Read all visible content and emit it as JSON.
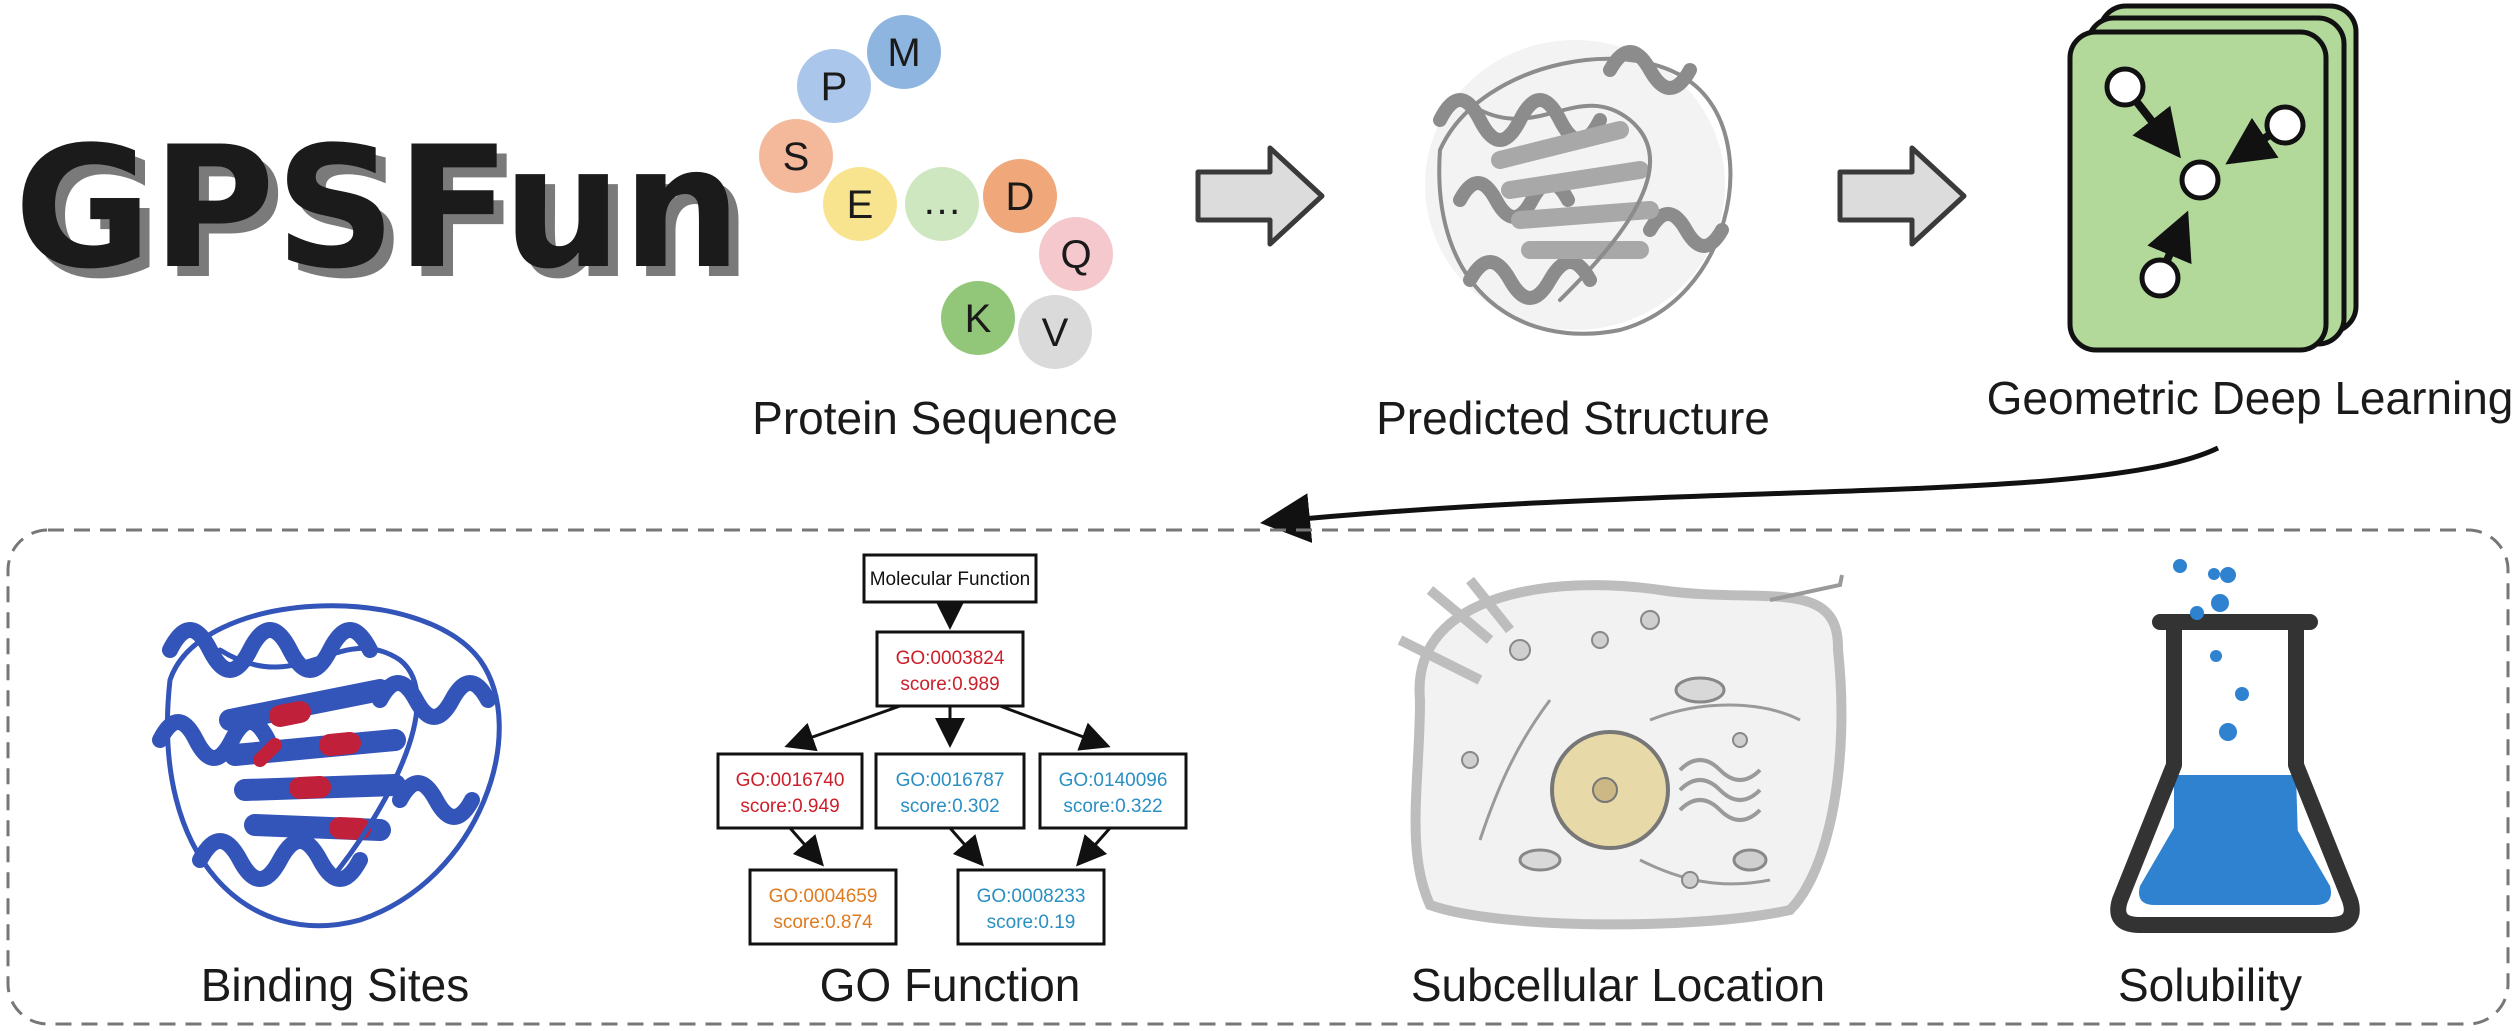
{
  "logo": {
    "text": "GPSFun"
  },
  "pipeline": {
    "sequence_label": "Protein Sequence",
    "structure_label": "Predicted Structure",
    "gdl_label": "Geometric Deep Learning",
    "residues": [
      "P",
      "M",
      "S",
      "E",
      "…",
      "D",
      "Q",
      "K",
      "V"
    ]
  },
  "outputs": {
    "binding_label": "Binding Sites",
    "go_label": "GO Function",
    "subcellular_label": "Subcellular Location",
    "solubility_label": "Solubility"
  },
  "go_tree": {
    "root": "Molecular Function",
    "n1_id": "GO:0003824",
    "n1_score": "score:0.989",
    "n2_id": "GO:0016740",
    "n2_score": "score:0.949",
    "n3_id": "GO:0016787",
    "n3_score": "score:0.302",
    "n4_id": "GO:0140096",
    "n4_score": "score:0.322",
    "n5_id": "GO:0004659",
    "n5_score": "score:0.874",
    "n6_id": "GO:0008233",
    "n6_score": "score:0.19"
  },
  "colors": {
    "go_red": "#cc1f2a",
    "go_blue": "#2a8fc2",
    "go_orange": "#e07a1e",
    "protein_blue": "#3354b8",
    "binding_red": "#c0203a",
    "gdl_green": "#b2d89a",
    "flask_blue": "#2f82d0"
  }
}
